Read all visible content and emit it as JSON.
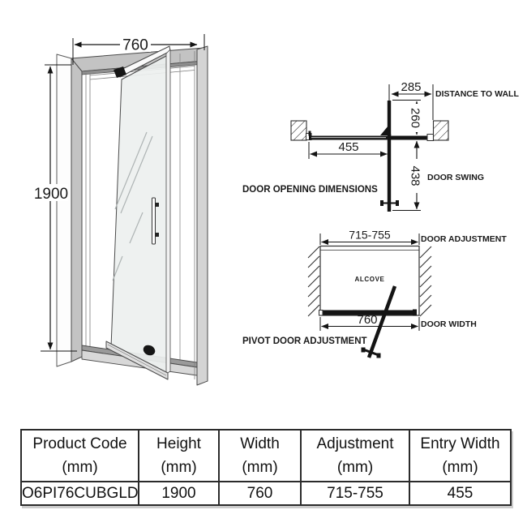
{
  "front_view": {
    "width_mm": "760",
    "height_mm": "1900"
  },
  "door_opening_plan": {
    "title": "DOOR OPENING DIMENSIONS",
    "distance_to_wall": "285",
    "distance_to_wall_label": "DISTANCE TO WALL",
    "projection": "260",
    "entry_width": "455",
    "door_swing": "438",
    "door_swing_label": "DOOR SWING"
  },
  "pivot_adjustment_plan": {
    "title": "PIVOT DOOR ADJUSTMENT",
    "door_adjustment": "715-755",
    "door_adjustment_label": "DOOR ADJUSTMENT",
    "alcove_label": "ALCOVE",
    "door_width": "760",
    "door_width_label": "DOOR WIDTH"
  },
  "spec_table": {
    "columns": [
      {
        "title": "Product Code",
        "unit": "(mm)"
      },
      {
        "title": "Height",
        "unit": "(mm)"
      },
      {
        "title": "Width",
        "unit": "(mm)"
      },
      {
        "title": "Adjustment",
        "unit": "(mm)"
      },
      {
        "title": "Entry Width",
        "unit": "(mm)"
      }
    ],
    "row": [
      "O6PI76CUBGLD",
      "1900",
      "760",
      "715-755",
      "455"
    ]
  },
  "colors": {
    "line": "#3c3c3c",
    "frame_gray": "#c3c3c3",
    "dark_fill": "#141414",
    "table_border": "#2b2b2b",
    "shadow": "#cdcdcd"
  }
}
